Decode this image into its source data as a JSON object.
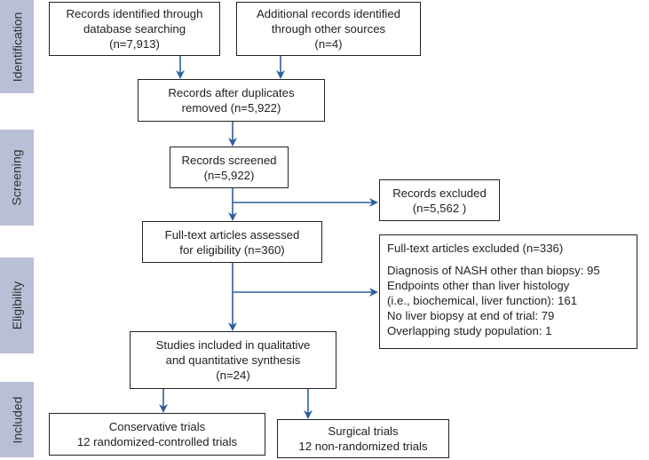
{
  "phases": {
    "identification": "Identification",
    "screening": "Screening",
    "eligibility": "Eligibility",
    "included": "Included"
  },
  "boxes": {
    "db_search": {
      "line1": "Records identified through",
      "line2": "database searching",
      "line3": "(n=7,913)"
    },
    "other_sources": {
      "line1": "Additional records identified",
      "line2": "through other sources",
      "line3": "(n=4)"
    },
    "after_duplicates": {
      "line1": "Records after duplicates",
      "line2": "removed (n=5,922)"
    },
    "screened": {
      "line1": "Records screened",
      "line2": "(n=5,922)"
    },
    "excluded": {
      "line1": "Records excluded",
      "line2": "(n=5,562 )"
    },
    "fulltext_assessed": {
      "line1": "Full-text articles assessed",
      "line2": "for eligibility (n=360)"
    },
    "fulltext_excluded": {
      "title": "Full-text articles excluded (n=336)",
      "reasons": [
        "Diagnosis of NASH other than biopsy: 95",
        "Endpoints other than liver histology",
        "(i.e., biochemical, liver function): 161",
        "No liver biopsy at end of trial: 79",
        "Overlapping study population: 1"
      ]
    },
    "included_studies": {
      "line1": "Studies included in qualitative",
      "line2": "and quantitative synthesis",
      "line3": "(n=24)"
    },
    "conservative": {
      "line1": "Conservative trials",
      "line2": "12 randomized-controlled trials"
    },
    "surgical": {
      "line1": "Surgical trials",
      "line2": "12 non-randomized trials"
    }
  },
  "colors": {
    "arrow": "#2c5f9e",
    "phase_bar": "#b9bfd6"
  }
}
